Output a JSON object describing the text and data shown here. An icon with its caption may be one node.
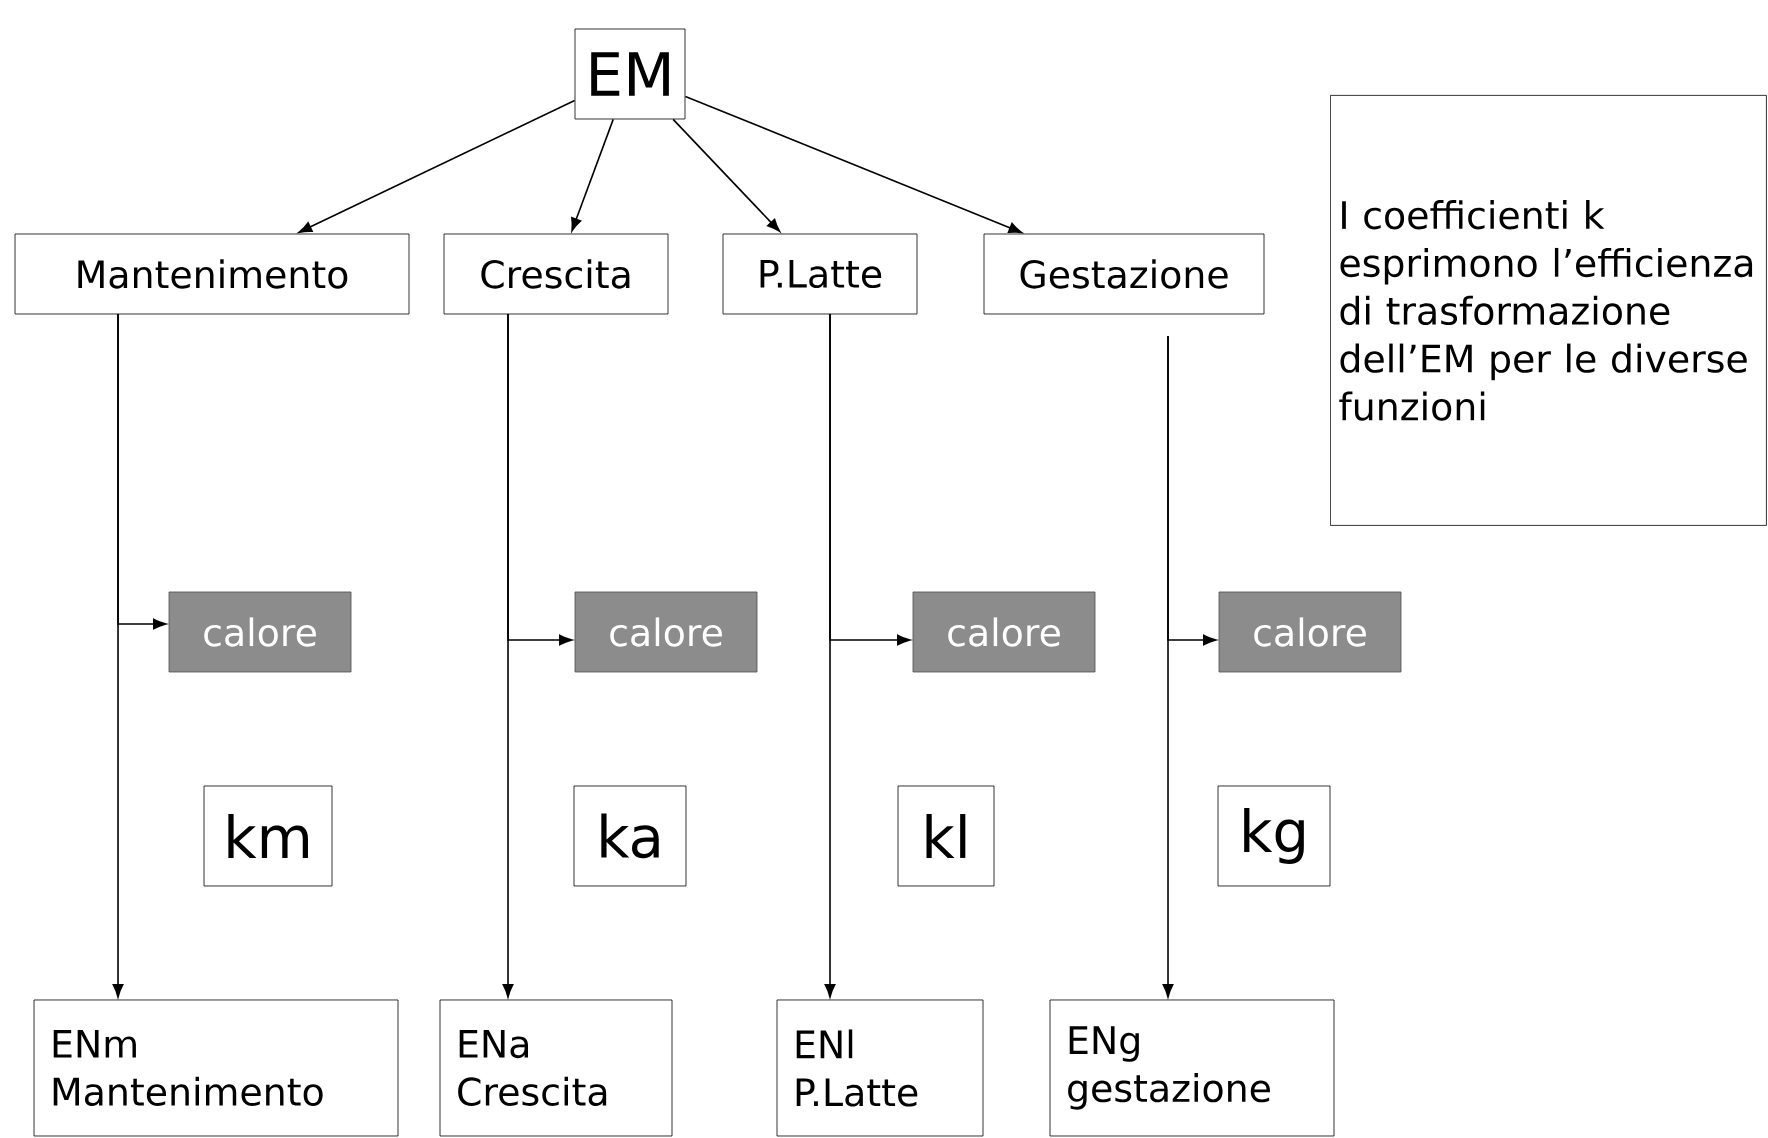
{
  "diagram": {
    "nodes": [
      {
        "text": [
          "EM"
        ]
      },
      {
        "text": [
          "Mantenimento"
        ]
      },
      {
        "text": [
          "Crescita"
        ]
      },
      {
        "text": [
          "P.Latte"
        ]
      },
      {
        "text": [
          "Gestazione"
        ]
      },
      {
        "text": [
          "I coefficienti k esprimono l’efficienza di trasformazione dell’EM per le diverse funzioni"
        ]
      },
      {
        "text": [
          "calore"
        ]
      },
      {
        "text": [
          "calore"
        ]
      },
      {
        "text": [
          "calore"
        ]
      },
      {
        "text": [
          "calore"
        ]
      },
      {
        "text": [
          "km"
        ]
      },
      {
        "text": [
          "ka"
        ]
      },
      {
        "text": [
          "kl"
        ]
      },
      {
        "text": [
          "kg"
        ]
      },
      {
        "text": [
          "ENm Mantenimento"
        ]
      },
      {
        "text": [
          "ENa Crescita"
        ]
      },
      {
        "text": [
          "ENl P.Latte"
        ]
      },
      {
        "text": [
          "ENg gestazione"
        ]
      }
    ],
    "edges": [
      {
        "from": 0,
        "to": 1,
        "arrow": "to"
      },
      {
        "from": 0,
        "to": 2,
        "arrow": "to"
      },
      {
        "from": 0,
        "to": 3,
        "arrow": "to"
      },
      {
        "from": 0,
        "to": 4,
        "arrow": "to"
      },
      {
        "from": 1,
        "to": 6,
        "arrow": "to"
      },
      {
        "from": 1,
        "to": 14,
        "arrow": "to"
      },
      {
        "from": 2,
        "to": 7,
        "arrow": "to"
      },
      {
        "from": 2,
        "to": 15,
        "arrow": "to"
      },
      {
        "from": 3,
        "to": 8,
        "arrow": "to"
      },
      {
        "from": 3,
        "to": 16,
        "arrow": "to"
      },
      {
        "from": 4,
        "to": 9,
        "arrow": "to"
      },
      {
        "from": 4,
        "to": 17,
        "arrow": "to"
      }
    ]
  }
}
